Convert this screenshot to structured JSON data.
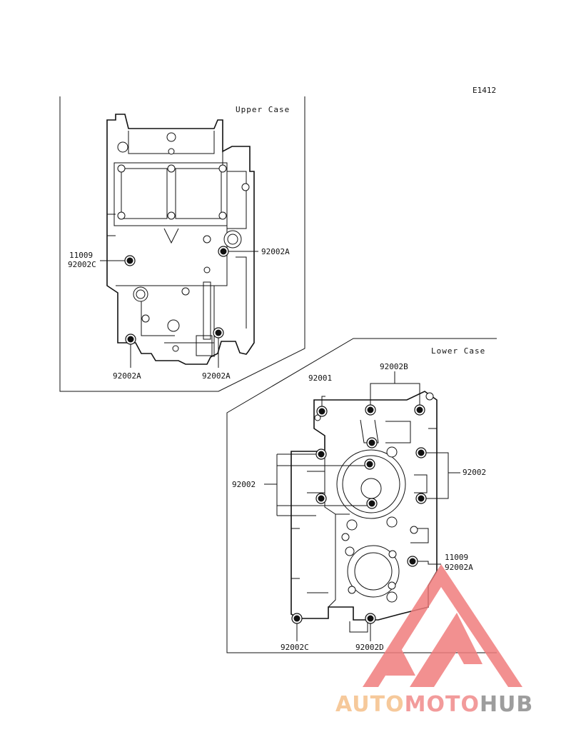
{
  "diagram_code": "E1412",
  "upper_case": {
    "title": "Upper Case",
    "labels": {
      "l11009": "11009",
      "l92002C": "92002C",
      "l92002A_right": "92002A",
      "l92002A_bottom_left": "92002A",
      "l92002A_bottom_right": "92002A"
    }
  },
  "lower_case": {
    "title": "Lower Case",
    "labels": {
      "l92001": "92001",
      "l92002B": "92002B",
      "l92002_right": "92002",
      "l92002_left": "92002",
      "l11009": "11009",
      "l92002A": "92002A",
      "l92002C": "92002C",
      "l92002D": "92002D"
    }
  },
  "watermark": {
    "part1": "AUTO",
    "part2": "MOTO",
    "part3": "HUB",
    "colors": {
      "part1": "#f5c08a",
      "part2": "#f08a8a",
      "part3": "#8c8c8c",
      "triangle": "#f07d7d"
    }
  }
}
